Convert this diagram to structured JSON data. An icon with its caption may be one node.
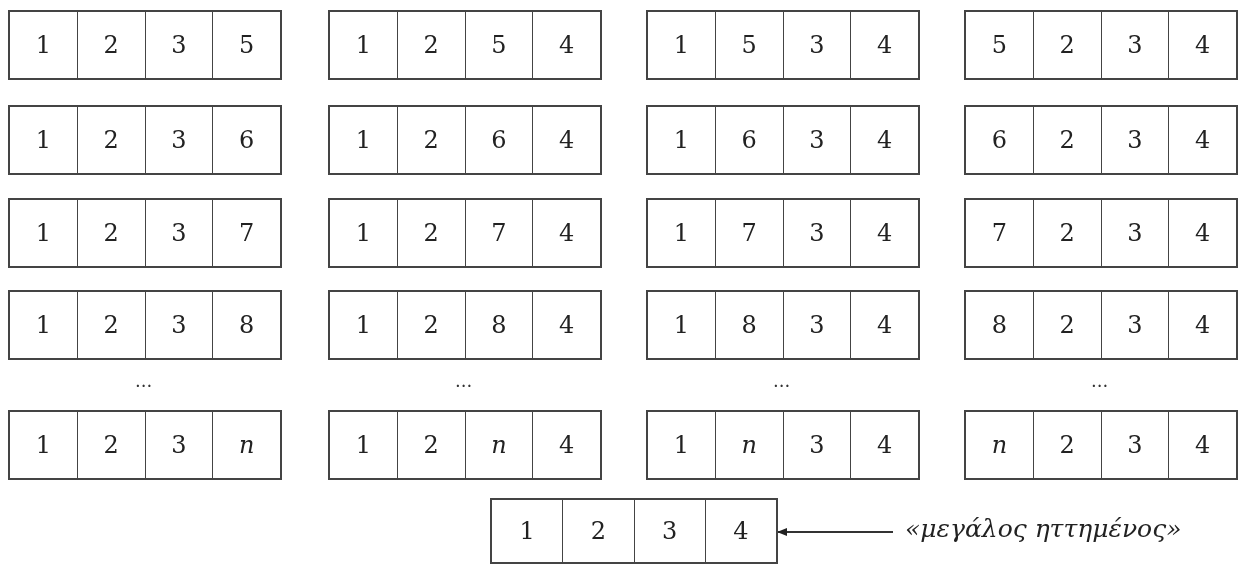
{
  "diagram": {
    "nodes": [
      {
        "text": [
          "1",
          "2",
          "3",
          "5"
        ]
      },
      {
        "text": [
          "1",
          "2",
          "5",
          "4"
        ]
      },
      {
        "text": [
          "1",
          "5",
          "3",
          "4"
        ]
      },
      {
        "text": [
          "5",
          "2",
          "3",
          "4"
        ]
      },
      {
        "text": [
          "1",
          "2",
          "3",
          "6"
        ]
      },
      {
        "text": [
          "1",
          "2",
          "6",
          "4"
        ]
      },
      {
        "text": [
          "1",
          "6",
          "3",
          "4"
        ]
      },
      {
        "text": [
          "6",
          "2",
          "3",
          "4"
        ]
      },
      {
        "text": [
          "1",
          "2",
          "3",
          "7"
        ]
      },
      {
        "text": [
          "1",
          "2",
          "7",
          "4"
        ]
      },
      {
        "text": [
          "1",
          "7",
          "3",
          "4"
        ]
      },
      {
        "text": [
          "7",
          "2",
          "3",
          "4"
        ]
      },
      {
        "text": [
          "1",
          "2",
          "3",
          "8"
        ]
      },
      {
        "text": [
          "1",
          "2",
          "8",
          "4"
        ]
      },
      {
        "text": [
          "1",
          "8",
          "3",
          "4"
        ]
      },
      {
        "text": [
          "8",
          "2",
          "3",
          "4"
        ]
      },
      {
        "text": [
          "1",
          "2",
          "3",
          "n"
        ]
      },
      {
        "text": [
          "1",
          "2",
          "n",
          "4"
        ]
      },
      {
        "text": [
          "1",
          "n",
          "3",
          "4"
        ]
      },
      {
        "text": [
          "n",
          "2",
          "3",
          "4"
        ]
      },
      {
        "text": [
          "1",
          "2",
          "3",
          "4"
        ]
      },
      {
        "text": [
          "«μεγάλος ηττημένος»"
        ]
      }
    ],
    "edges": [
      {
        "from": 21,
        "to": 20,
        "arrow": "to"
      }
    ],
    "labels": [
      "...",
      "...",
      "...",
      "..."
    ]
  }
}
